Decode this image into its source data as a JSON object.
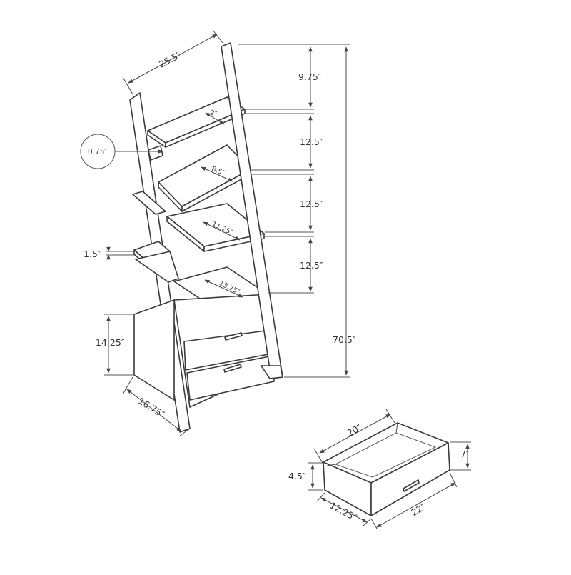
{
  "diagram": {
    "dimensions": {
      "top_width": "25.5″",
      "top_gap": "9.75″",
      "gap_2": "12.5″",
      "gap_3": "12.5″",
      "gap_4": "12.5″",
      "total_height": "70.5″",
      "cabinet_height": "14.25″",
      "base_depth": "16.75″",
      "frame_thickness": "0.75″",
      "shelf_thickness": "1.5″",
      "shelf_depth_1": "2″",
      "shelf_depth_2": "8.5″",
      "shelf_depth_3": "11.25″",
      "shelf_depth_4": "13.75″",
      "drawer_width_inner": "20″",
      "drawer_height_front": "7″",
      "drawer_height_side": "4.5″",
      "drawer_depth": "12.25″",
      "drawer_width_front": "22″"
    }
  }
}
